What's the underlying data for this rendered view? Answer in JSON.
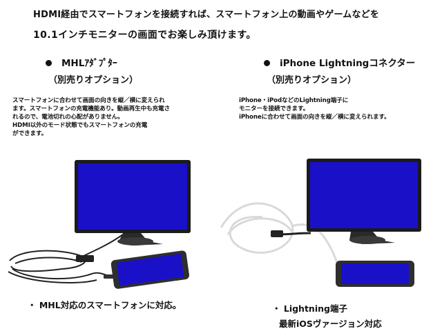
{
  "intro": {
    "line1": "HDMI経由でスマートフォンを接続すれば、スマートフォン上の動画やゲームなどを",
    "line2": "10.1インチモニターの画面でお楽しみ頂けます。"
  },
  "left": {
    "heading": "MHLｱﾀﾞﾌﾟﾀｰ",
    "subheading": "（別売りオプション）",
    "description": [
      "スマートフォンに合わせて画面の向きを縦／横に変えられ",
      "ます。スマートフォンの充電機能あり。動画再生中も充電さ",
      "れるので、電池切れの心配がありません。",
      "HDMI以外のモード状態でもスマートフォンの充電",
      "ができます。"
    ],
    "footer": "・ MHL対応のスマートフォンに対応。"
  },
  "right": {
    "heading": "iPhone  Lightningコネクター",
    "subheading": "（別売りオプション）",
    "description": [
      "iPhone・iPodなどのLightning端子に",
      "モニターを接続できます。",
      "iPhoneに合わせて画面の向きを縦／横に変えられます。"
    ],
    "footer_line1": "・ Lightning端子",
    "footer_line2": "最新iOSヴァージョン対応"
  },
  "colors": {
    "screen_blue": "#1a10c8",
    "bezel": "#1b1b1b",
    "stand": "#2a2a2a",
    "cable_black": "#222222",
    "cable_white": "#e8e8e8"
  }
}
